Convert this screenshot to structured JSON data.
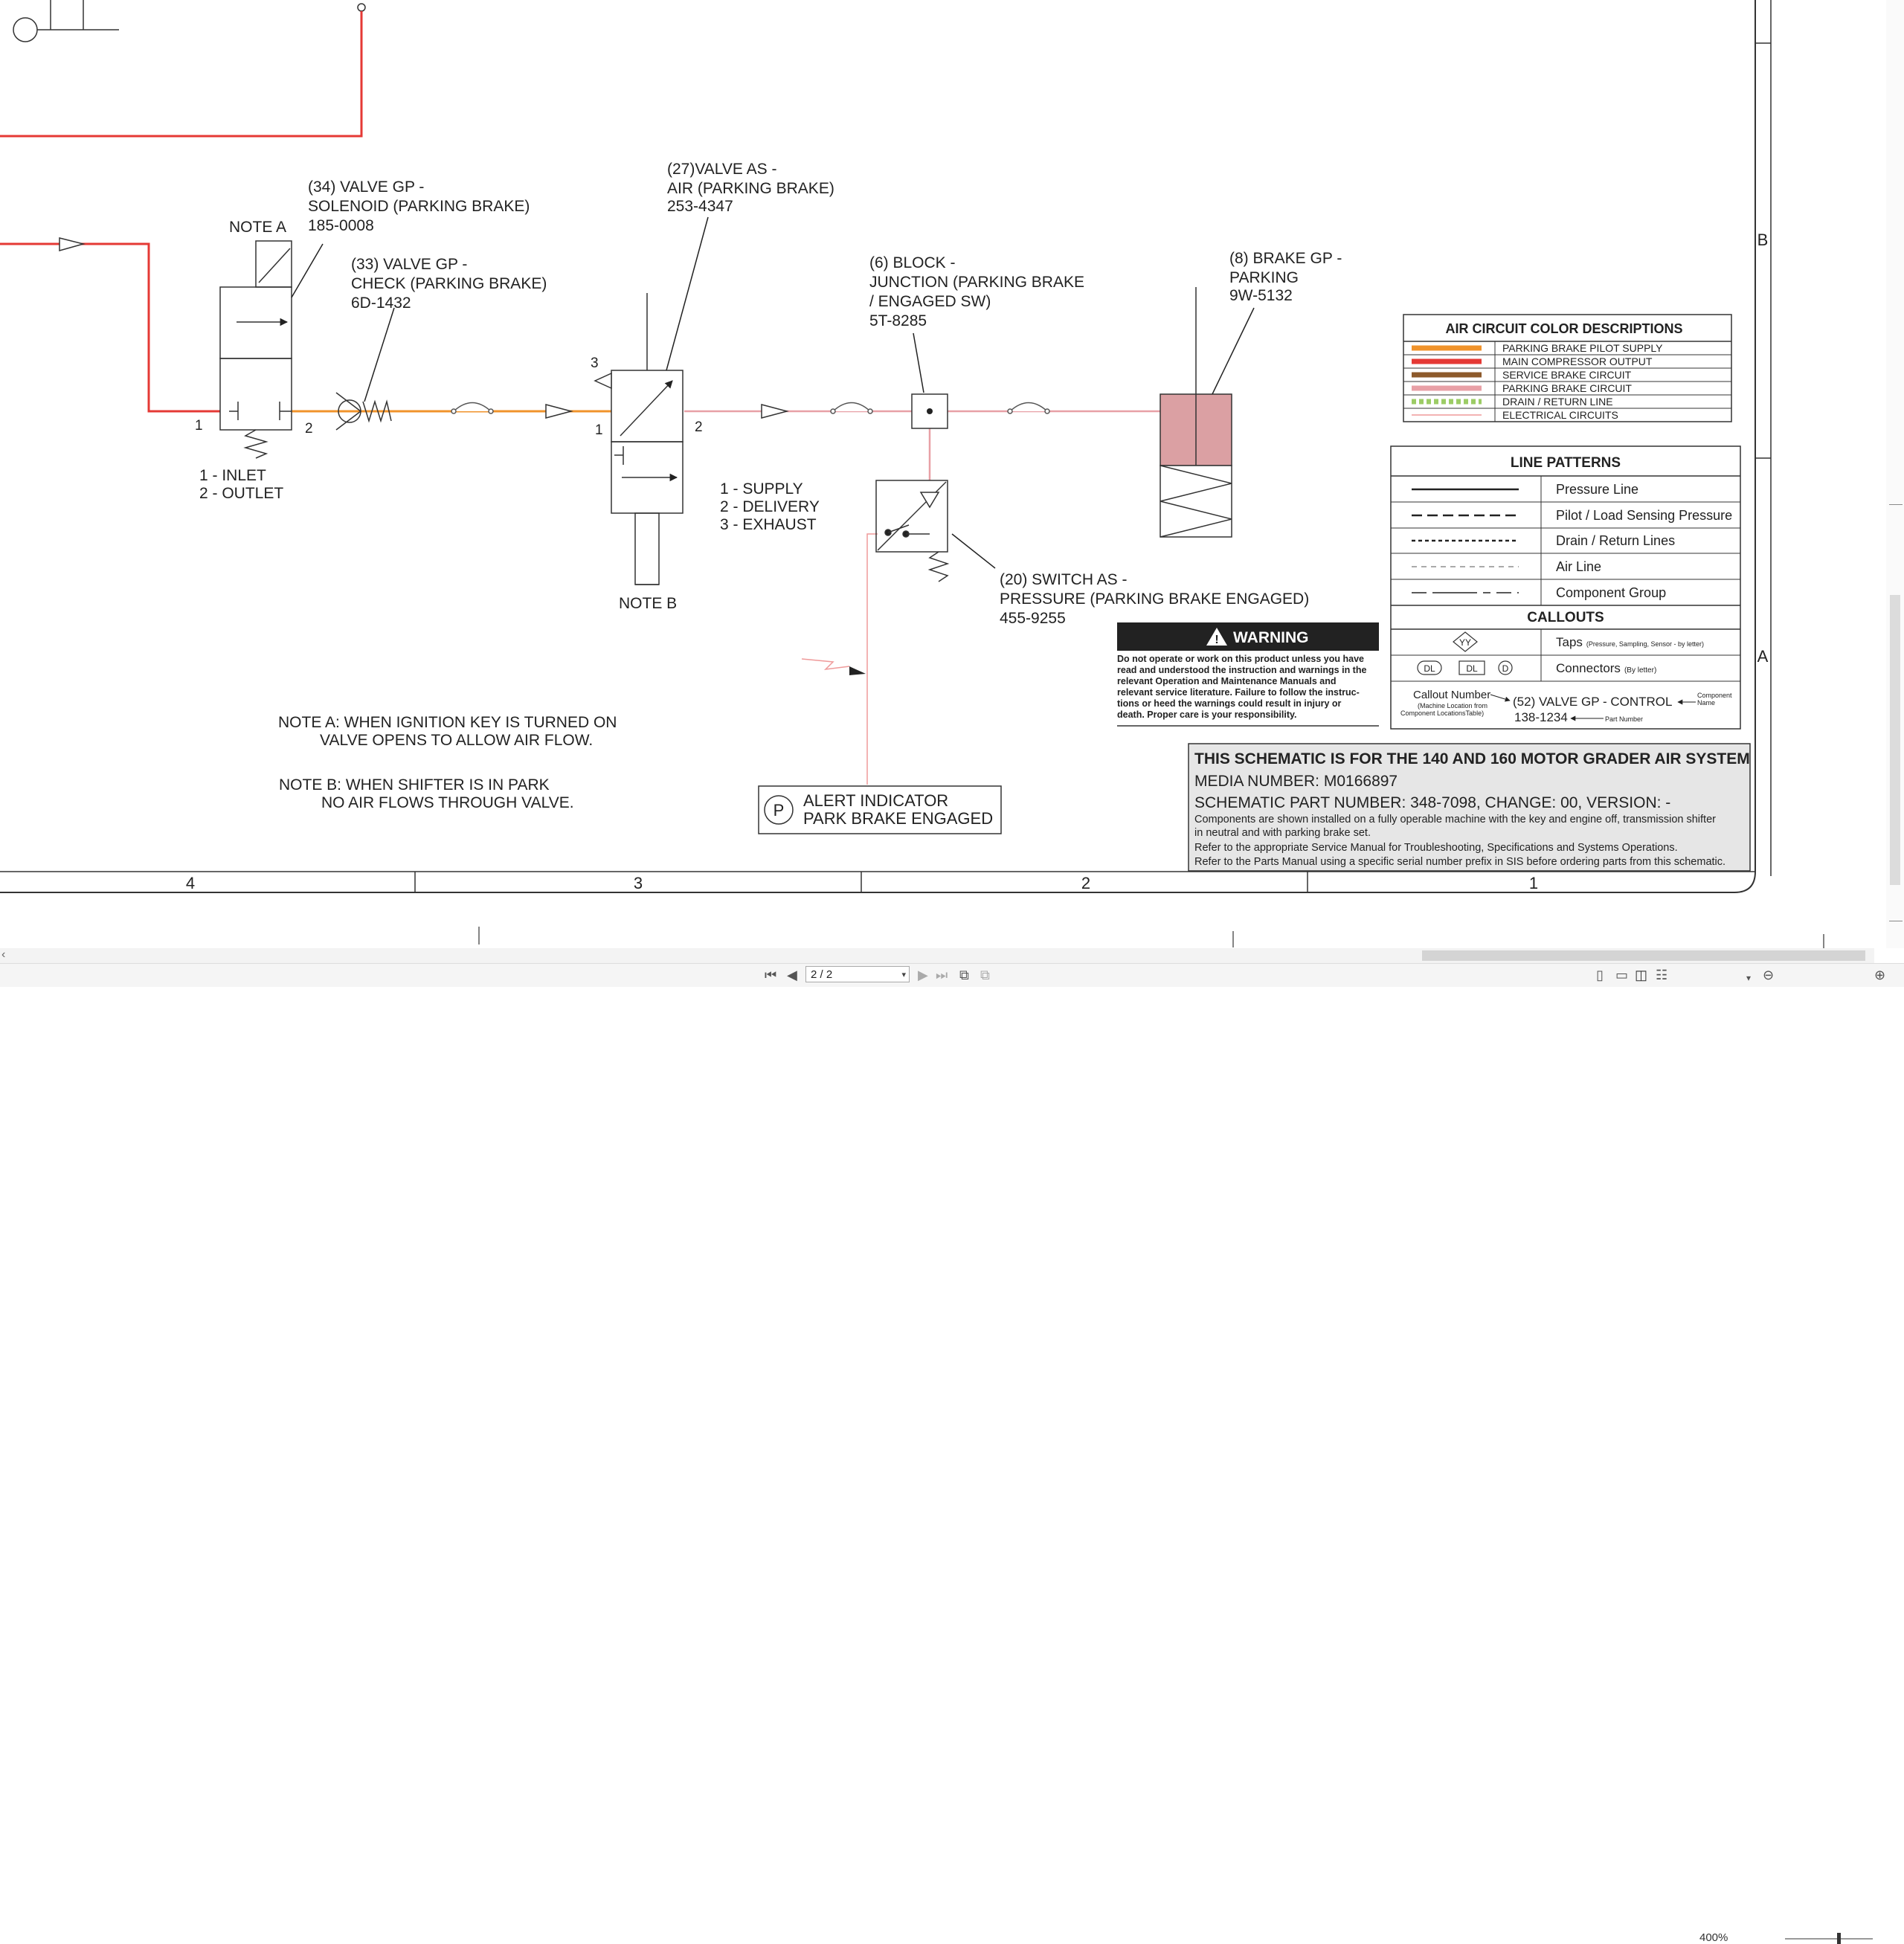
{
  "labels": {
    "valve34": [
      "(34) VALVE GP -",
      "SOLENOID (PARKING BRAKE)",
      "185-0008"
    ],
    "noteA_label": "NOTE A",
    "valve33": [
      "(33) VALVE GP -",
      "CHECK (PARKING BRAKE)",
      "6D-1432"
    ],
    "valve27": [
      "(27)VALVE AS -",
      "AIR (PARKING BRAKE)",
      "253-4347"
    ],
    "block6": [
      "(6) BLOCK -",
      "JUNCTION (PARKING BRAKE",
      "/ ENGAGED SW)",
      "5T-8285"
    ],
    "brake8": [
      "(8) BRAKE GP -",
      "PARKING",
      "9W-5132"
    ],
    "port1": "1",
    "port2": "2",
    "port3": "3",
    "inlet_outlet": [
      "1 - INLET",
      "2 - OUTLET"
    ],
    "supply_legend": [
      "1 - SUPPLY",
      "2 - DELIVERY",
      "3 - EXHAUST"
    ],
    "noteB_label": "NOTE B",
    "switch20": [
      "(20) SWITCH AS -",
      "PRESSURE (PARKING BRAKE ENGAGED)",
      "455-9255"
    ],
    "noteA_text": [
      "NOTE A:  WHEN IGNITION KEY IS TURNED ON",
      "VALVE OPENS TO ALLOW AIR FLOW."
    ],
    "noteB_text": [
      "NOTE B:  WHEN SHIFTER IS IN PARK",
      "NO AIR FLOWS THROUGH VALVE."
    ],
    "alert_symbol": "P",
    "alert_text": [
      "ALERT INDICATOR",
      "PARK BRAKE ENGAGED"
    ]
  },
  "color_legend": {
    "title": "AIR CIRCUIT COLOR DESCRIPTIONS",
    "items": [
      {
        "label": "PARKING BRAKE PILOT SUPPLY",
        "color": "#f0932b"
      },
      {
        "label": "MAIN COMPRESSOR OUTPUT",
        "color": "#e53935"
      },
      {
        "label": "SERVICE BRAKE CIRCUIT",
        "color": "#8d5a2b"
      },
      {
        "label": "PARKING BRAKE CIRCUIT",
        "color": "#e8a0a6"
      },
      {
        "label": "DRAIN / RETURN LINE",
        "color": "#9ccc65"
      },
      {
        "label": "ELECTRICAL CIRCUITS",
        "color": "#ef9a9a"
      }
    ]
  },
  "line_patterns": {
    "title": "LINE PATTERNS",
    "items": [
      "Pressure Line",
      "Pilot / Load Sensing Pressure",
      "Drain / Return Lines",
      "Air Line",
      "Component Group"
    ]
  },
  "callouts": {
    "title": "CALLOUTS",
    "taps_label": "Taps",
    "taps_note": "(Pressure, Sampling, Sensor - by letter)",
    "taps_symbol": "YY",
    "connectors_label": "Connectors",
    "connectors_note": "(By letter)",
    "connector_symbols": [
      "DL",
      "DL",
      "D"
    ],
    "callout_number": "Callout Number",
    "machine_location": [
      "(Machine Location from",
      "Component LocationsTable)"
    ],
    "example_name": "(52) VALVE GP - CONTROL",
    "example_part": "138-1234",
    "component_name": [
      "Component",
      "Name"
    ],
    "part_number": "Part Number"
  },
  "warning": {
    "title": "WARNING",
    "lines": [
      "Do not operate or work on this product unless you have",
      "read and understood the instruction and warnings in the",
      "relevant  Operation  and  Maintenance  Manuals  and",
      "relevant service literature. Failure to follow the instruc-",
      "tions  or  heed  the  warnings  could  result  in  injury  or",
      "death. Proper care is your responsibility."
    ]
  },
  "title_block": {
    "title": "THIS SCHEMATIC IS FOR THE 140 AND 160 MOTOR GRADER AIR SYSTEM",
    "media": "MEDIA NUMBER: M0166897",
    "part": "SCHEMATIC PART NUMBER: 348-7098, CHANGE: 00, VERSION: -",
    "notes": [
      "Components are shown installed on a fully operable machine with the key and engine off, transmission shifter",
      "in neutral and with parking brake set.",
      "Refer to the appropriate Service Manual for Troubleshooting, Specifications and Systems Operations.",
      "Refer to the Parts Manual using a specific serial number prefix in SIS before ordering parts from this schematic."
    ]
  },
  "grid": {
    "columns": [
      "4",
      "3",
      "2",
      "1"
    ],
    "rows": [
      "B",
      "A"
    ]
  },
  "toolbar": {
    "page_value": "2 / 2",
    "zoom": "400%"
  },
  "colors": {
    "orange": "#f0932b",
    "red": "#e53935",
    "pink": "#e8a0a6",
    "brake_fill": "#dba0a3"
  }
}
